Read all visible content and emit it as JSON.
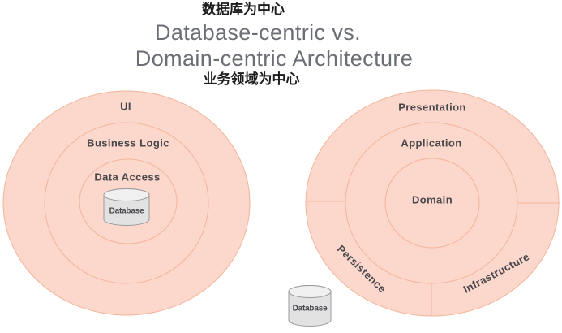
{
  "header": {
    "annotation_top": "数据库为中心",
    "title_line1": "Database-centric vs.",
    "title_line2": "Domain-centric Architecture",
    "annotation_bottom": "业务领域为中心"
  },
  "left_diagram": {
    "outer_label": "UI",
    "middle_label": "Business Logic",
    "inner_label": "Data Access",
    "database_label": "Database"
  },
  "right_diagram": {
    "outer_label": "Presentation",
    "middle_label": "Application",
    "center_label": "Domain",
    "sector_bottom_left_label": "Persistence",
    "sector_bottom_right_label": "Infrastructure",
    "database_label": "Database"
  },
  "colors": {
    "ring_fill": "#fcd7cb",
    "ring_stroke": "#f3b49a",
    "title_gray": "#6b6f75",
    "label_gray": "#47474c",
    "annotation_black": "#1d1d1d",
    "cylinder_fill": "#e2e2e2",
    "cylinder_top_fill": "#f0f0f0",
    "cylinder_stroke": "#9b9b9b"
  }
}
